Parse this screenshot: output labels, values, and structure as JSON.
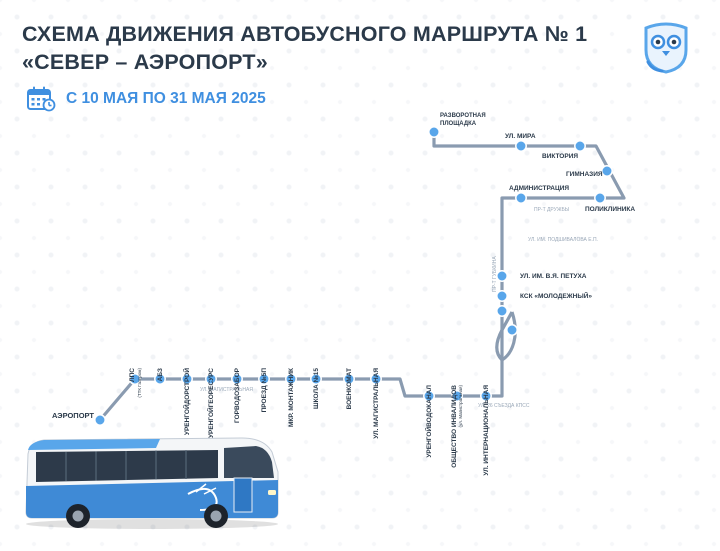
{
  "header": {
    "title_line1": "СХЕМА ДВИЖЕНИЯ АВТОБУСНОГО МАРШРУТА № 1",
    "title_line2": "«СЕВЕР – АЭРОПОРТ»",
    "date_range": "С 10 МАЯ ПО 31 МАЯ 2025",
    "calendar_icon": "calendar-icon",
    "logo_icon": "owl-logo-icon"
  },
  "colors": {
    "route_line": "#8a9bb0",
    "stop_fill": "#59a6ea",
    "title_text": "#2b3a4a",
    "accent": "#3f8fe0",
    "bus_blue": "#3f8ad6"
  },
  "stops": {
    "airport": "АЭРОПОРТ",
    "lps": "ЛПС",
    "lps_sub": "(ТТК Газпром)",
    "abz": "АБЗ",
    "urengoydorstroy": "УРЕНГОЙДОРСТРОЙ",
    "urengoygeoresurs": "УРЕНГОЙГЕОРЕСУРС",
    "gorvodozabor": "ГОРВОДОЗАБОР",
    "proezd5p": "ПРОЕЗД №5П",
    "mkr_montazhnik": "МКР. МОНТАЖНИК",
    "school15": "ШКОЛА №15",
    "voenkomat": "ВОЕНКОМАТ",
    "ul_magistralnaya": "УЛ. МАГИСТРАЛЬНАЯ",
    "urengoyvodokanal": "УРЕНГОЙВОДОКАНАЛ",
    "obshchestvo": "ОБЩЕСТВО ИНВАЛИДОВ",
    "obshchestvo_sub": "(ул. Магистральная)",
    "ul_internatsionalnaya": "УЛ. ИНТЕРНАЦИОНАЛЬНАЯ",
    "ksk_molodezhny": "КСК «МОЛОДЕЖНЫЙ»",
    "ul_petukha": "УЛ. ИМ. В.Я. ПЕТУХА",
    "administratsiya": "АДМИНИСТРАЦИЯ",
    "poliklinika": "ПОЛИКЛИНИКА",
    "gimnaziya": "ГИМНАЗИЯ",
    "viktoriya": "ВИКТОРИЯ",
    "ul_mira": "УЛ. МИРА",
    "razvorotnaya_1": "РАЗВОРОТНАЯ",
    "razvorotnaya_2": "ПЛОЩАДКА"
  },
  "streets": {
    "magistralnaya": "УЛ. МАГИСТРАЛЬНАЯ",
    "s26": "УЛ. 26 СЪЕЗДА КПСС",
    "podshivalova": "УЛ. ИМ. ПОДШИВАЛОВА Е.П.",
    "druzhby": "ПР-Т ДРУЖБЫ",
    "pr_street": "ПР-Т ГУБКИНА"
  }
}
